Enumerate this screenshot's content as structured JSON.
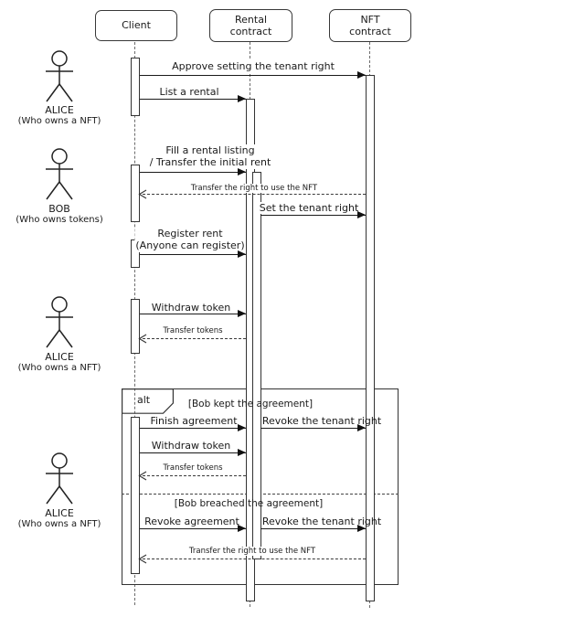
{
  "participants": [
    {
      "name": "Client"
    },
    {
      "name": "Rental\ncontract"
    },
    {
      "name": "NFT\ncontract"
    }
  ],
  "actors": [
    {
      "name": "ALICE",
      "subtitle": "(Who owns a NFT)"
    },
    {
      "name": "BOB",
      "subtitle": "(Who owns tokens)"
    },
    {
      "name": "ALICE",
      "subtitle": "(Who owns a NFT)"
    },
    {
      "name": "ALICE",
      "subtitle": "(Who owns a NFT)"
    }
  ],
  "messages": {
    "approve": "Approve setting the tenant right",
    "list_rental": "List a rental",
    "fill": [
      "Fill a rental listing",
      "/ Transfer the initial rent"
    ],
    "transfer_right": "Transfer the right to use the NFT",
    "set_tenant": "Set the tenant right",
    "register": [
      "Register rent",
      "(Anyone can register)"
    ],
    "withdraw": "Withdraw token",
    "transfer_tokens": "Transfer tokens",
    "finish": "Finish agreement",
    "revoke_tenant": "Revoke the tenant right",
    "revoke_agreement": "Revoke agreement"
  },
  "alt_frame": {
    "operator": "alt",
    "guard_kept": "[Bob kept the agreement]",
    "guard_breached": "[Bob breached the agreement]"
  },
  "colors": {
    "line": "#1a1a1a",
    "border": "#383838",
    "background": "#ffffff"
  }
}
